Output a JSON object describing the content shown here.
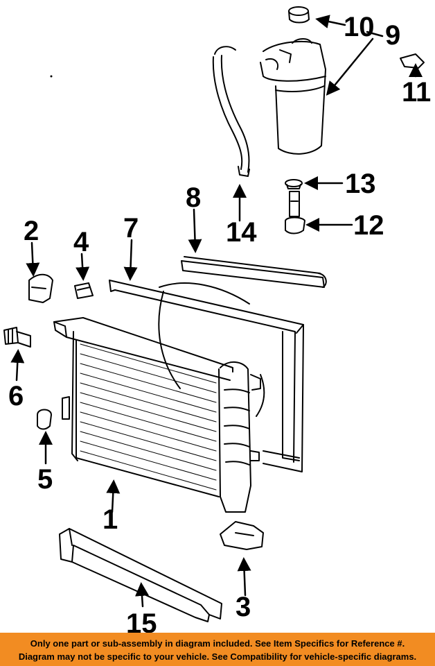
{
  "callouts": [
    {
      "id": "1",
      "label": "1",
      "part": "radiator"
    },
    {
      "id": "2",
      "label": "2",
      "part": "bracket"
    },
    {
      "id": "3",
      "label": "3",
      "part": "lower-mount"
    },
    {
      "id": "4",
      "label": "4",
      "part": "clip"
    },
    {
      "id": "5",
      "label": "5",
      "part": "grommet"
    },
    {
      "id": "6",
      "label": "6",
      "part": "sensor"
    },
    {
      "id": "7",
      "label": "7",
      "part": "fan-shroud"
    },
    {
      "id": "8",
      "label": "8",
      "part": "seal"
    },
    {
      "id": "9",
      "label": "9",
      "part": "reservoir-assembly"
    },
    {
      "id": "10",
      "label": "10",
      "part": "cap"
    },
    {
      "id": "11",
      "label": "11",
      "part": "clamp"
    },
    {
      "id": "12",
      "label": "12",
      "part": "level-sensor"
    },
    {
      "id": "13",
      "label": "13",
      "part": "o-ring"
    },
    {
      "id": "14",
      "label": "14",
      "part": "hose"
    },
    {
      "id": "15",
      "label": "15",
      "part": "lower-support"
    }
  ],
  "banner": {
    "line1": "Only one part or sub-assembly in diagram included. See Item Specifics for Reference #.",
    "line2": "Diagram may not be specific to your vehicle. See Compatibility for vehicle-specific diagrams."
  },
  "colors": {
    "ink": "#000000",
    "background": "#ffffff",
    "banner": "#f28c22"
  }
}
